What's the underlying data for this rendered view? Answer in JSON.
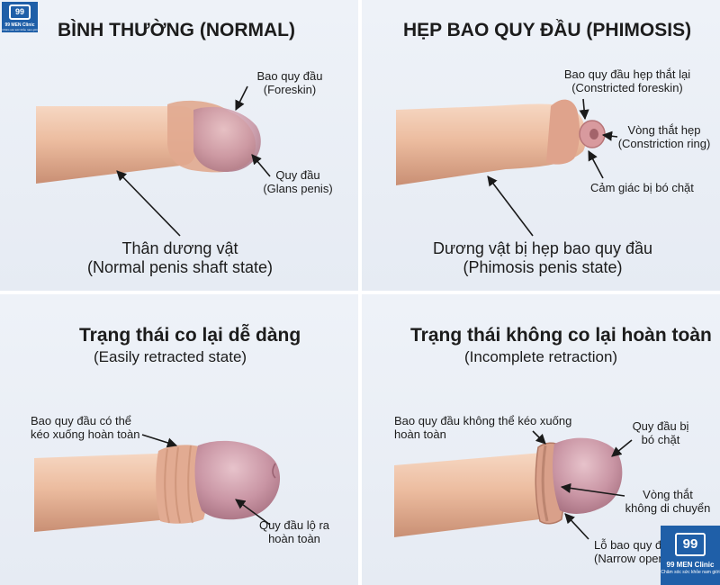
{
  "logo": {
    "mark": "99",
    "name": "99 MEN Clinic",
    "tagline": "Chăm sóc sức khỏe nam giới"
  },
  "panels": {
    "normal": {
      "title": "BÌNH THƯỜNG (NORMAL)",
      "foreskin_vi": "Bao quy đầu",
      "foreskin_en": "(Foreskin)",
      "glans_vi": "Quy đầu",
      "glans_en": "(Glans penis)",
      "shaft_vi": "Thân dương vật",
      "shaft_en": "(Normal penis shaft state)"
    },
    "phimosis": {
      "title": "HẸP BAO QUY ĐẦU (PHIMOSIS)",
      "constricted_vi": "Bao quy đầu hẹp thắt lại",
      "constricted_en": "(Constricted foreskin)",
      "ring_vi": "Vòng thắt hẹp",
      "ring_en": "(Constriction ring)",
      "tight": "Cảm giác bị bó chặt",
      "state_vi": "Dương vật bị hẹp bao quy đầu",
      "state_en": "(Phimosis penis state)"
    },
    "easy": {
      "title": "Trạng thái co lại dễ dàng",
      "subtitle": "(Easily retracted state)",
      "foreskin_l1": "Bao quy đầu có thể",
      "foreskin_l2": "kéo xuống hoàn toàn",
      "glans_l1": "Quy đầu lộ ra",
      "glans_l2": "hoàn toàn"
    },
    "incomplete": {
      "title": "Trạng thái không co lại hoàn toàn",
      "subtitle": "(Incomplete retraction)",
      "foreskin_l1": "Bao quy đầu không thể kéo xuống",
      "foreskin_l2": "hoàn toàn",
      "glans_l1": "Quy đầu bị",
      "glans_l2": "bó chặt",
      "ring_l1": "Vòng thắt",
      "ring_l2": "không di chuyển",
      "narrow_l1": "Lỗ bao quy đầu hẹp",
      "narrow_l2": "(Narrow opening)"
    }
  }
}
